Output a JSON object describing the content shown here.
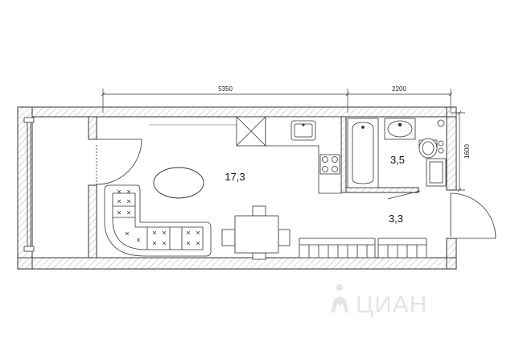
{
  "dimensions": {
    "main_width": "5350",
    "bath_width": "2200",
    "bath_depth": "1600"
  },
  "rooms": {
    "living_area": "17,3",
    "bathroom_area": "3,5",
    "hall_area": "3,3"
  },
  "watermark": {
    "text": "ЦИАН"
  },
  "colors": {
    "wall_line": "#333333",
    "hatch": "#b0b0b0",
    "watermark": "#e4e4e4"
  }
}
